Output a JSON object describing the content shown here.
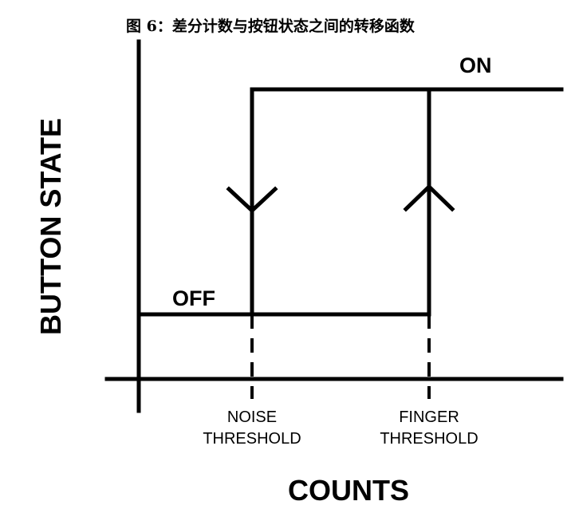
{
  "figure": {
    "caption": "图 6：差分计数与按钮状态之间的转移函数"
  },
  "axes": {
    "x_label": "COUNTS",
    "y_label": "BUTTON STATE"
  },
  "states": {
    "on_label": "ON",
    "off_label": "OFF"
  },
  "thresholds": [
    {
      "line1": "NOISE",
      "line2": "THRESHOLD"
    },
    {
      "line1": "FINGER",
      "line2": "THRESHOLD"
    }
  ]
}
